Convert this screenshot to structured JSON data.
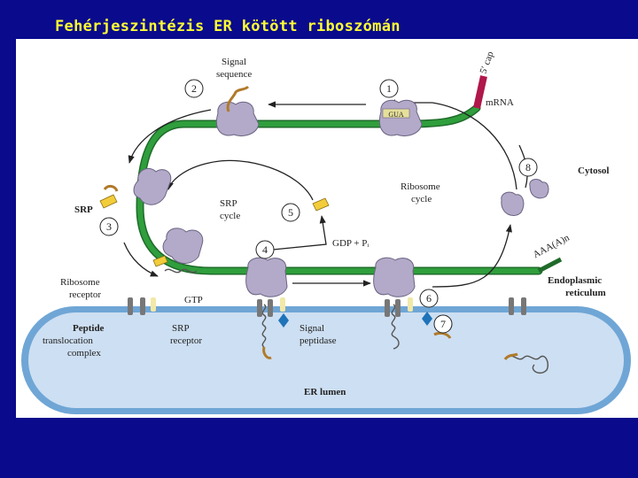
{
  "slide": {
    "title": "Fehérjeszintézis ER kötött riboszómán"
  },
  "diagram": {
    "labels": {
      "signal_sequence": [
        "Signal",
        "sequence"
      ],
      "mrna": "mRNA",
      "five_cap": "5′ cap",
      "codon": "GUA",
      "cytosol": "Cytosol",
      "srp": "SRP",
      "srp_cycle": [
        "SRP",
        "cycle"
      ],
      "ribosome_cycle": [
        "Ribosome",
        "cycle"
      ],
      "gdp_pi": "GDP + Pᵢ",
      "gtp": "GTP",
      "poly_a": "AAA(A)n",
      "ribosome_receptor": [
        "Ribosome",
        "receptor"
      ],
      "er": [
        "Endoplasmic",
        "reticulum"
      ],
      "peptide_translocation_complex": [
        "Peptide",
        "translocation",
        "complex"
      ],
      "srp_receptor": [
        "SRP",
        "receptor"
      ],
      "signal_peptidase": [
        "Signal",
        "peptidase"
      ],
      "er_lumen": "ER lumen"
    },
    "steps": [
      "1",
      "2",
      "3",
      "4",
      "5",
      "6",
      "7",
      "8"
    ],
    "colors": {
      "mrna": "#2f9e3c",
      "ribosome": "#b3aac9",
      "srp": "#f2cc3a",
      "er_membrane": "#6fa6d6",
      "er_lumen": "#cddff2",
      "cap": "#b0174b",
      "peptidase": "#1f73b8",
      "peptide": "#b07a2a"
    }
  }
}
